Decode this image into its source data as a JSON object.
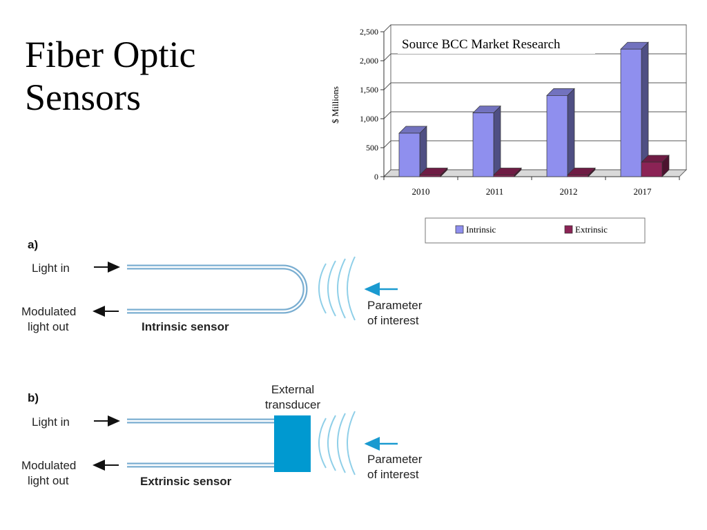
{
  "slide": {
    "title_line1": "Fiber Optic",
    "title_line2": "Sensors"
  },
  "chart_data": {
    "type": "bar",
    "style": "3d",
    "title": "Source BCC Market Research",
    "ylabel": "$ Millions",
    "xlabel": "",
    "ylim": [
      0,
      2500
    ],
    "yticks": [
      0,
      500,
      1000,
      1500,
      2000,
      2500
    ],
    "ytick_labels": [
      "0",
      "500",
      "1,000",
      "1,500",
      "2,000",
      "2,500"
    ],
    "categories": [
      "2010",
      "2011",
      "2012",
      "2017"
    ],
    "series": [
      {
        "name": "Intrinsic",
        "values": [
          750,
          1100,
          1400,
          2200
        ],
        "color": "#8f8fee"
      },
      {
        "name": "Extrinsic",
        "values": [
          30,
          30,
          30,
          250
        ],
        "color": "#8b2355"
      }
    ],
    "grid": true,
    "legend_position": "bottom"
  },
  "diagram": {
    "a": {
      "letter": "a)",
      "light_in": "Light in",
      "out_line1": "Modulated",
      "out_line2": "light out",
      "caption": "Intrinsic sensor",
      "param_line1": "Parameter",
      "param_line2": "of interest"
    },
    "b": {
      "letter": "b)",
      "light_in": "Light in",
      "out_line1": "Modulated",
      "out_line2": "light out",
      "caption": "Extrinsic sensor",
      "transducer_line1": "External",
      "transducer_line2": "transducer",
      "param_line1": "Parameter",
      "param_line2": "of interest"
    },
    "colors": {
      "fiber": "#7aaed1",
      "transducer": "#0099d0",
      "wave": "#8fcfe8",
      "param_arrow": "#1a9ad0",
      "arrow": "#111111"
    }
  }
}
